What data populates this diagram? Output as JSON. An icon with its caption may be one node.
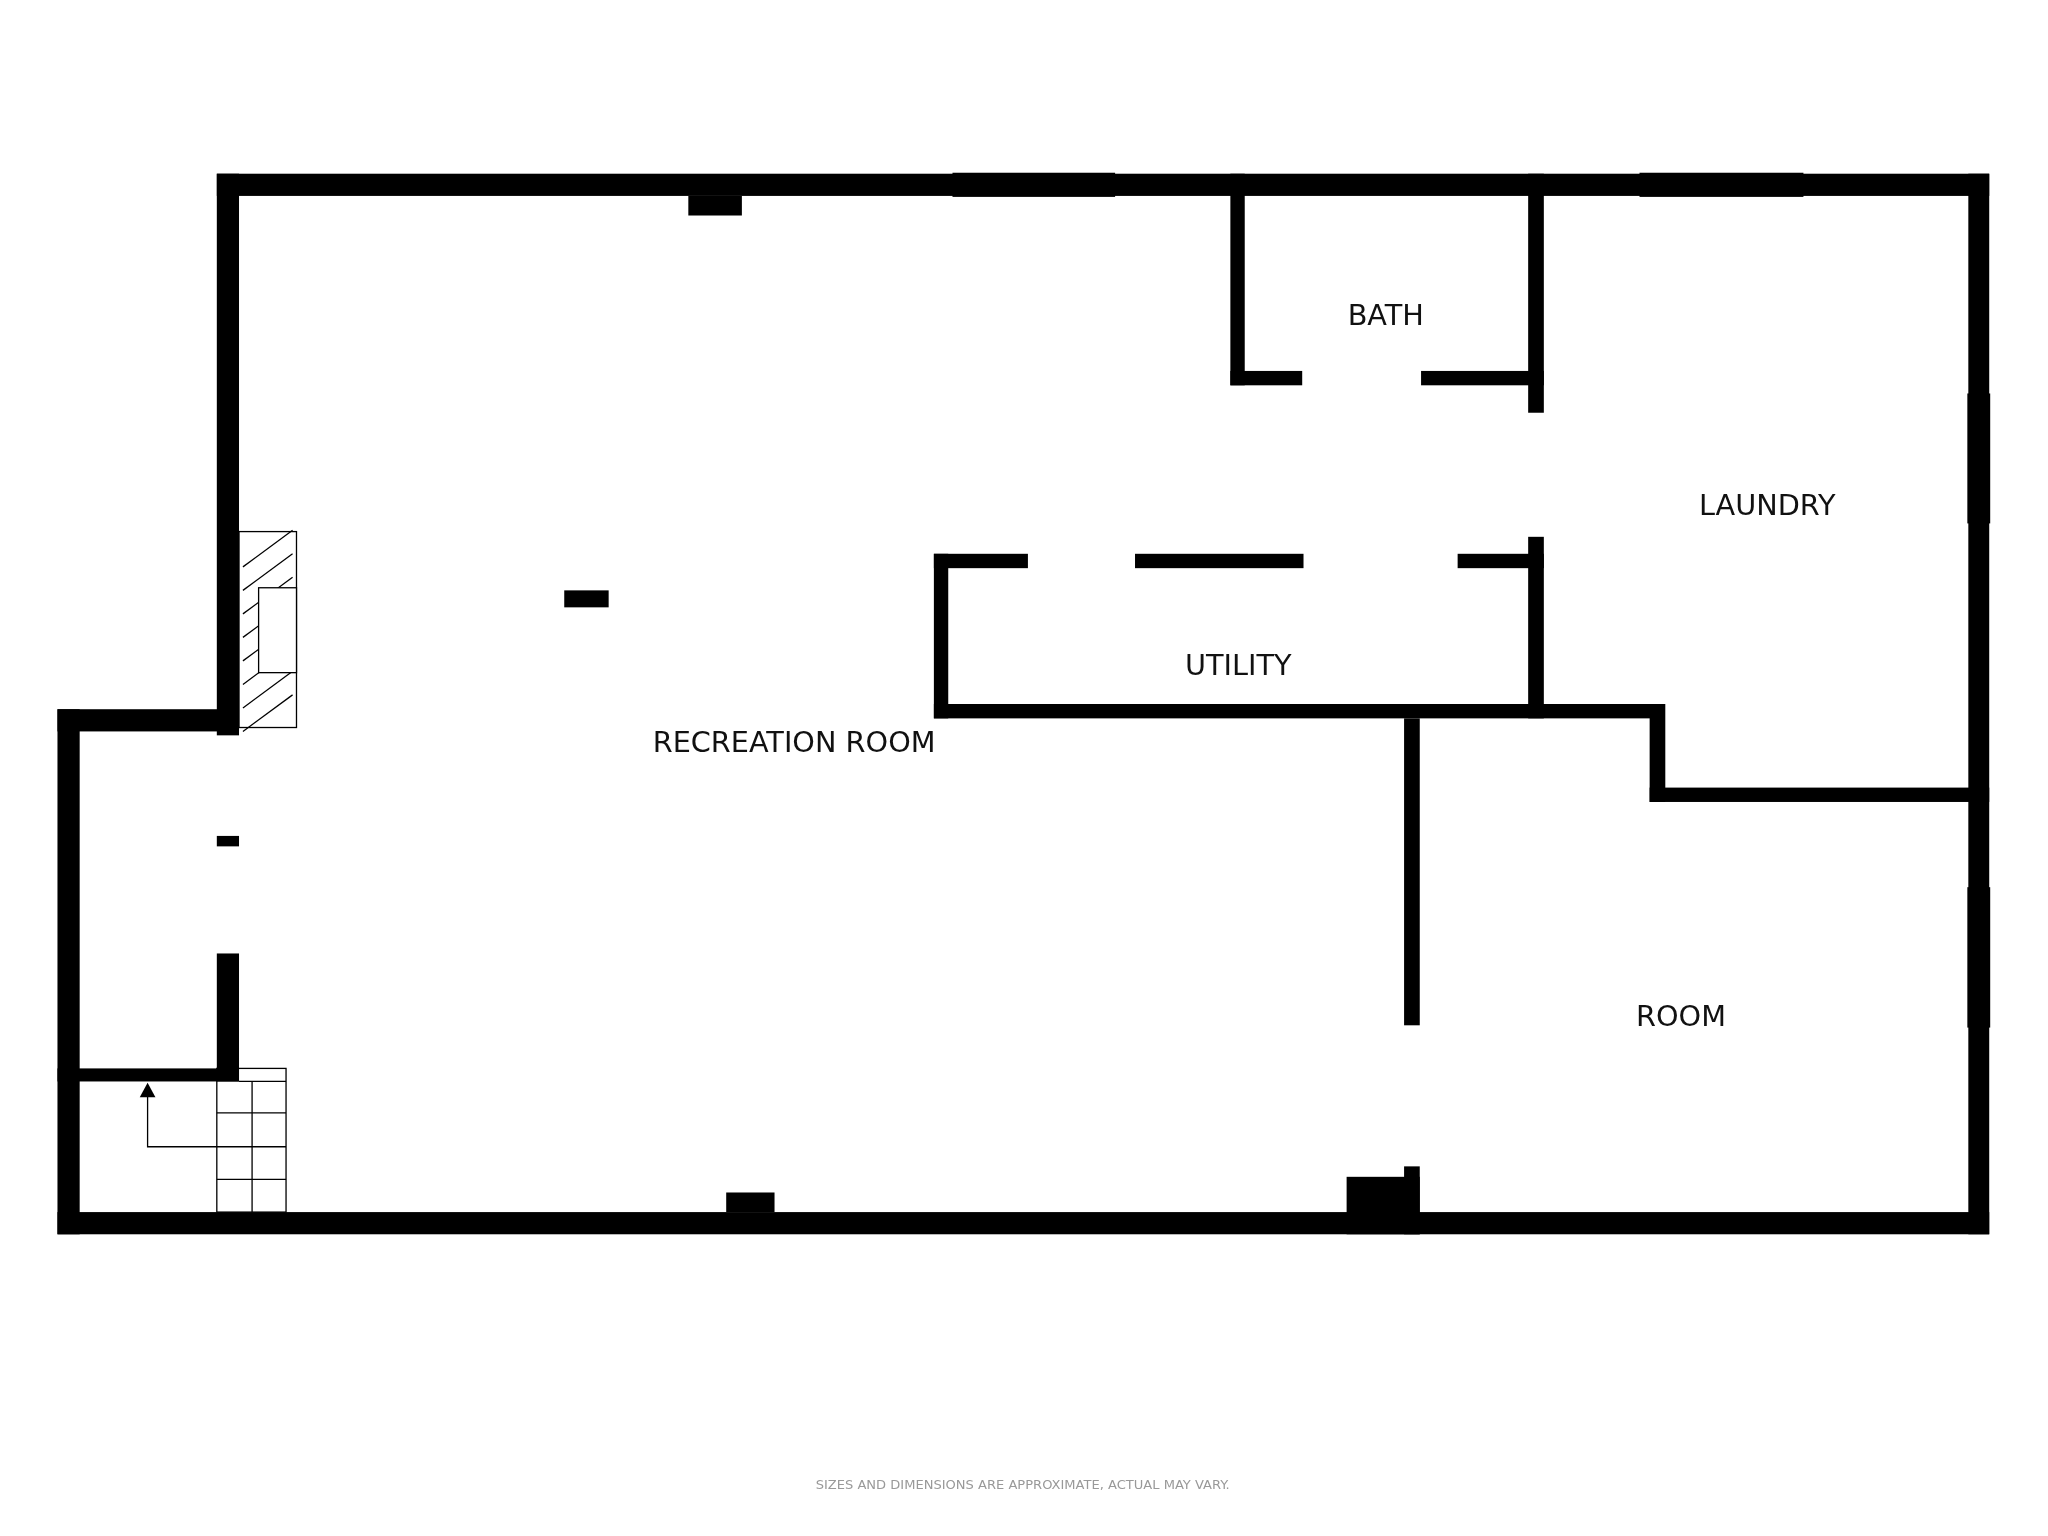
{
  "diagram": {
    "labels": [
      "BATH",
      "LAUNDRY",
      "UTILITY",
      "RECREATION ROOM",
      "ROOM",
      "SIZES AND DIMENSIONS ARE APPROXIMATE, ACTUAL MAY VARY."
    ]
  }
}
